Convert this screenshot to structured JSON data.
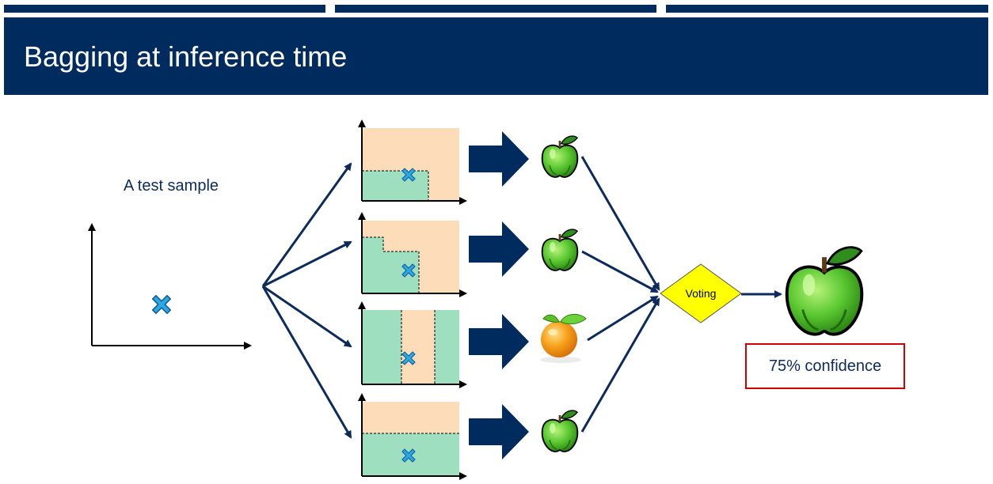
{
  "slide": {
    "title": "Bagging at inference time"
  },
  "diagram": {
    "sample_label": "A test sample",
    "voting_label": "Voting",
    "confidence_label": "75% confidence",
    "colors": {
      "navy": "#002b5e",
      "region_orange": "#fddcb9",
      "region_green": "#9edfbf",
      "marker": "#29aae1",
      "apple_green": "#55c733",
      "orange_fruit": "#f39c12",
      "voting_diamond": "#ffff00",
      "confidence_border": "#d40000"
    },
    "classifiers": [
      {
        "prediction": "apple"
      },
      {
        "prediction": "apple"
      },
      {
        "prediction": "orange"
      },
      {
        "prediction": "apple"
      }
    ],
    "final_prediction": "apple"
  }
}
